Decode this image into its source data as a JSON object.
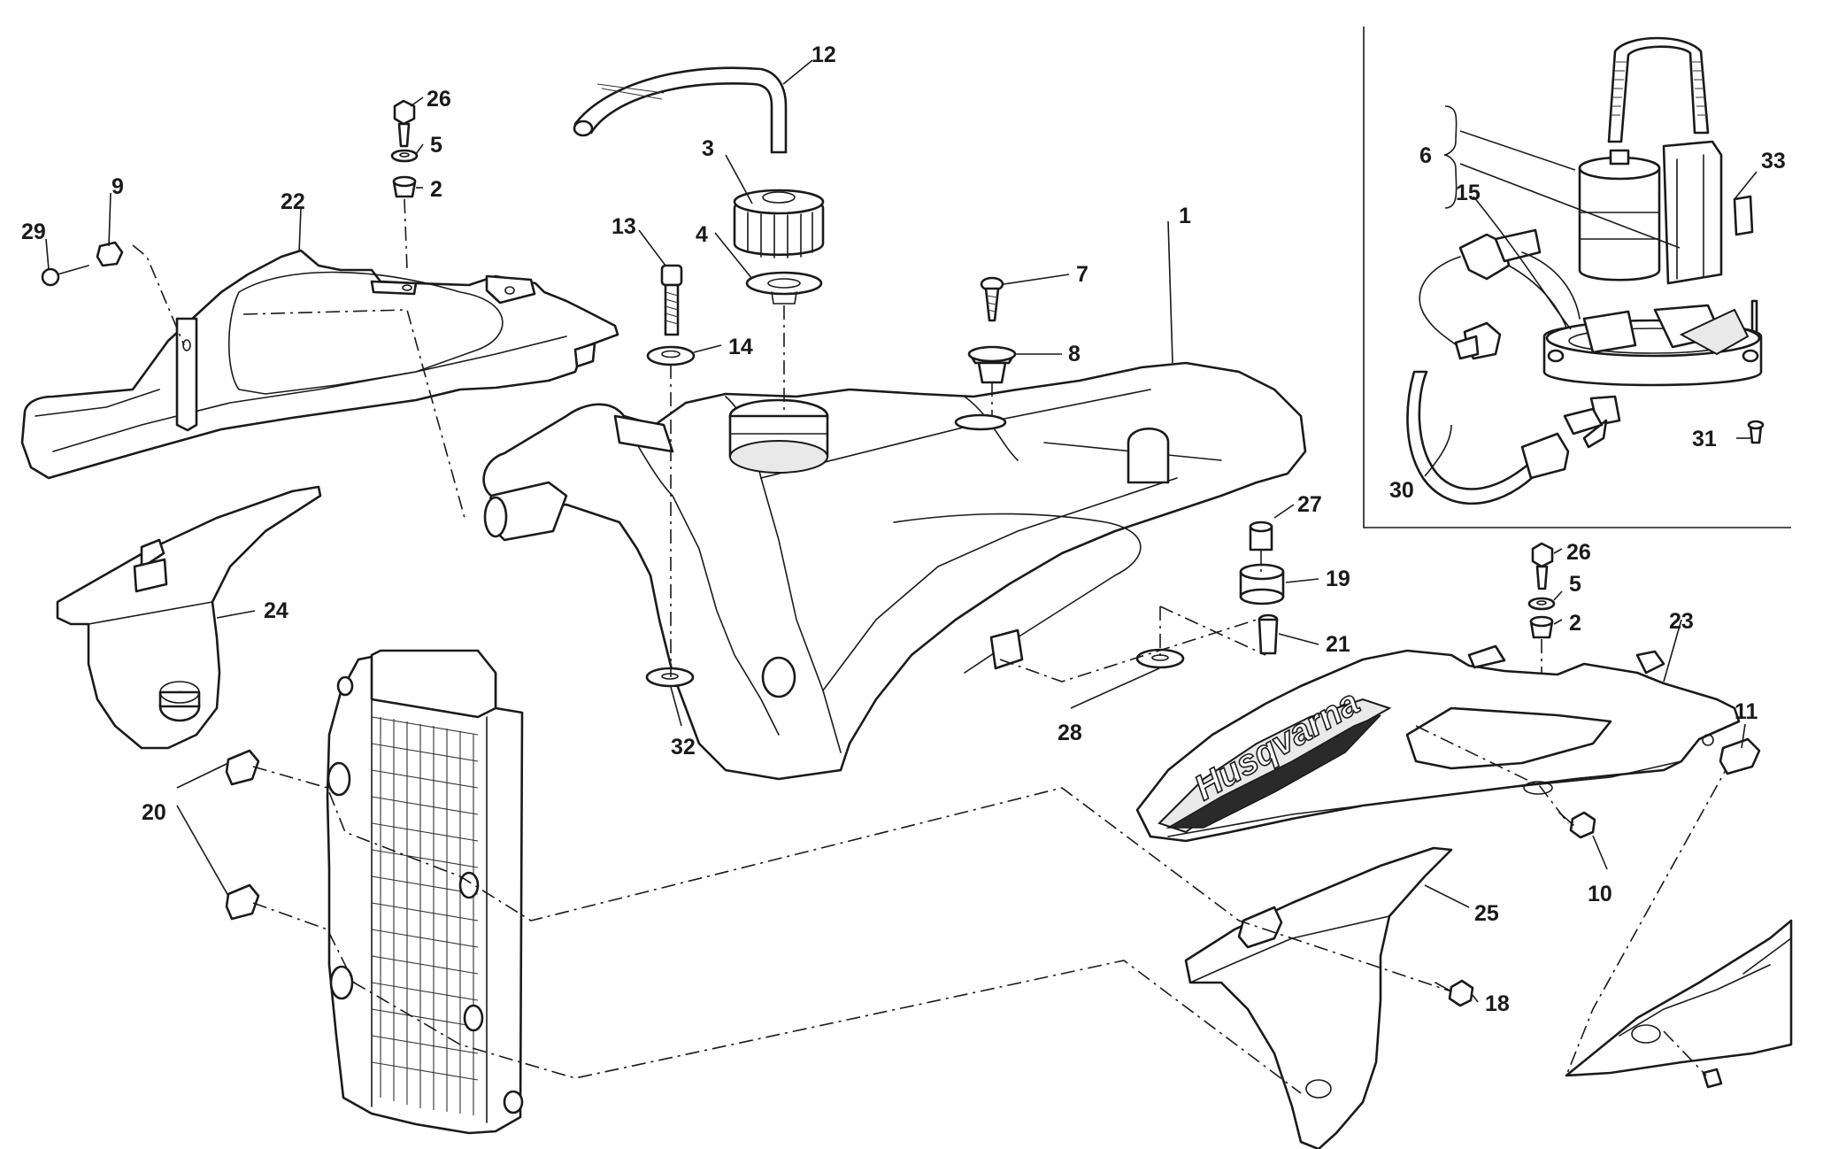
{
  "diagram": {
    "brand_text": "Husqvarna",
    "callouts": [
      {
        "id": "c1",
        "label": "1"
      },
      {
        "id": "c2a",
        "label": "2"
      },
      {
        "id": "c2b",
        "label": "2"
      },
      {
        "id": "c3",
        "label": "3"
      },
      {
        "id": "c4",
        "label": "4"
      },
      {
        "id": "c5a",
        "label": "5"
      },
      {
        "id": "c5b",
        "label": "5"
      },
      {
        "id": "c6",
        "label": "6"
      },
      {
        "id": "c7",
        "label": "7"
      },
      {
        "id": "c8",
        "label": "8"
      },
      {
        "id": "c9",
        "label": "9"
      },
      {
        "id": "c10",
        "label": "10"
      },
      {
        "id": "c11",
        "label": "11"
      },
      {
        "id": "c12",
        "label": "12"
      },
      {
        "id": "c13",
        "label": "13"
      },
      {
        "id": "c14",
        "label": "14"
      },
      {
        "id": "c15",
        "label": "15"
      },
      {
        "id": "c18",
        "label": "18"
      },
      {
        "id": "c19",
        "label": "19"
      },
      {
        "id": "c20",
        "label": "20"
      },
      {
        "id": "c21",
        "label": "21"
      },
      {
        "id": "c22",
        "label": "22"
      },
      {
        "id": "c23",
        "label": "23"
      },
      {
        "id": "c24",
        "label": "24"
      },
      {
        "id": "c25",
        "label": "25"
      },
      {
        "id": "c26a",
        "label": "26"
      },
      {
        "id": "c26b",
        "label": "26"
      },
      {
        "id": "c27",
        "label": "27"
      },
      {
        "id": "c28",
        "label": "28"
      },
      {
        "id": "c29",
        "label": "29"
      },
      {
        "id": "c30",
        "label": "30"
      },
      {
        "id": "c31",
        "label": "31"
      },
      {
        "id": "c32",
        "label": "32"
      },
      {
        "id": "c33",
        "label": "33"
      }
    ]
  }
}
